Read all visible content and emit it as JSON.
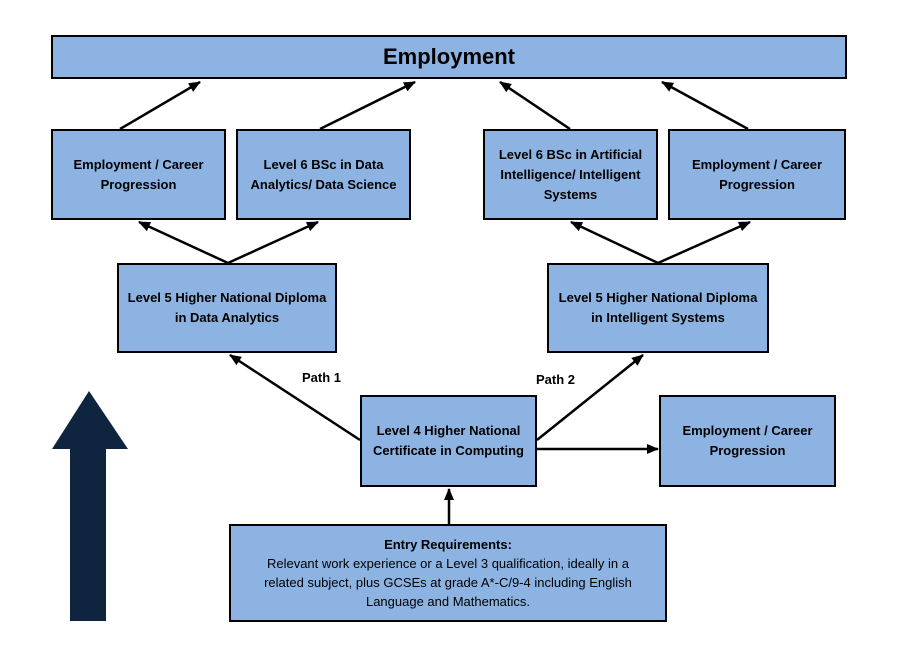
{
  "top": {
    "label": "Employment"
  },
  "level6_row": {
    "career_left": [
      "Employment / Career",
      "Progression"
    ],
    "bsc_data": [
      "Level 6 BSc in Data",
      "Analytics/ Data Science"
    ],
    "bsc_ai": [
      "Level 6 BSc in Artificial",
      "Intelligence/ Intelligent",
      "Systems"
    ],
    "career_right": [
      "Employment / Career",
      "Progression"
    ]
  },
  "level5_row": {
    "hnd_data": [
      "Level 5 Higher National Diploma",
      "in Data Analytics"
    ],
    "hnd_intel": [
      "Level 5 Higher National Diploma",
      "in Intelligent Systems"
    ]
  },
  "paths": {
    "path1": "Path 1",
    "path2": "Path 2"
  },
  "level4": {
    "hnc": [
      "Level 4 Higher National",
      "Certificate in Computing"
    ],
    "career_bottom": [
      "Employment / Career",
      "Progression"
    ]
  },
  "entry": {
    "title": "Entry Requirements:",
    "lines": [
      "Relevant work experience or a Level 3 qualification, ideally in a",
      "related subject, plus GCSEs at grade A*-C/9-4 including English",
      "Language and Mathematics."
    ]
  },
  "colors": {
    "box_fill": "#8db3e2",
    "big_arrow": "#0f243e",
    "border": "#000000"
  }
}
